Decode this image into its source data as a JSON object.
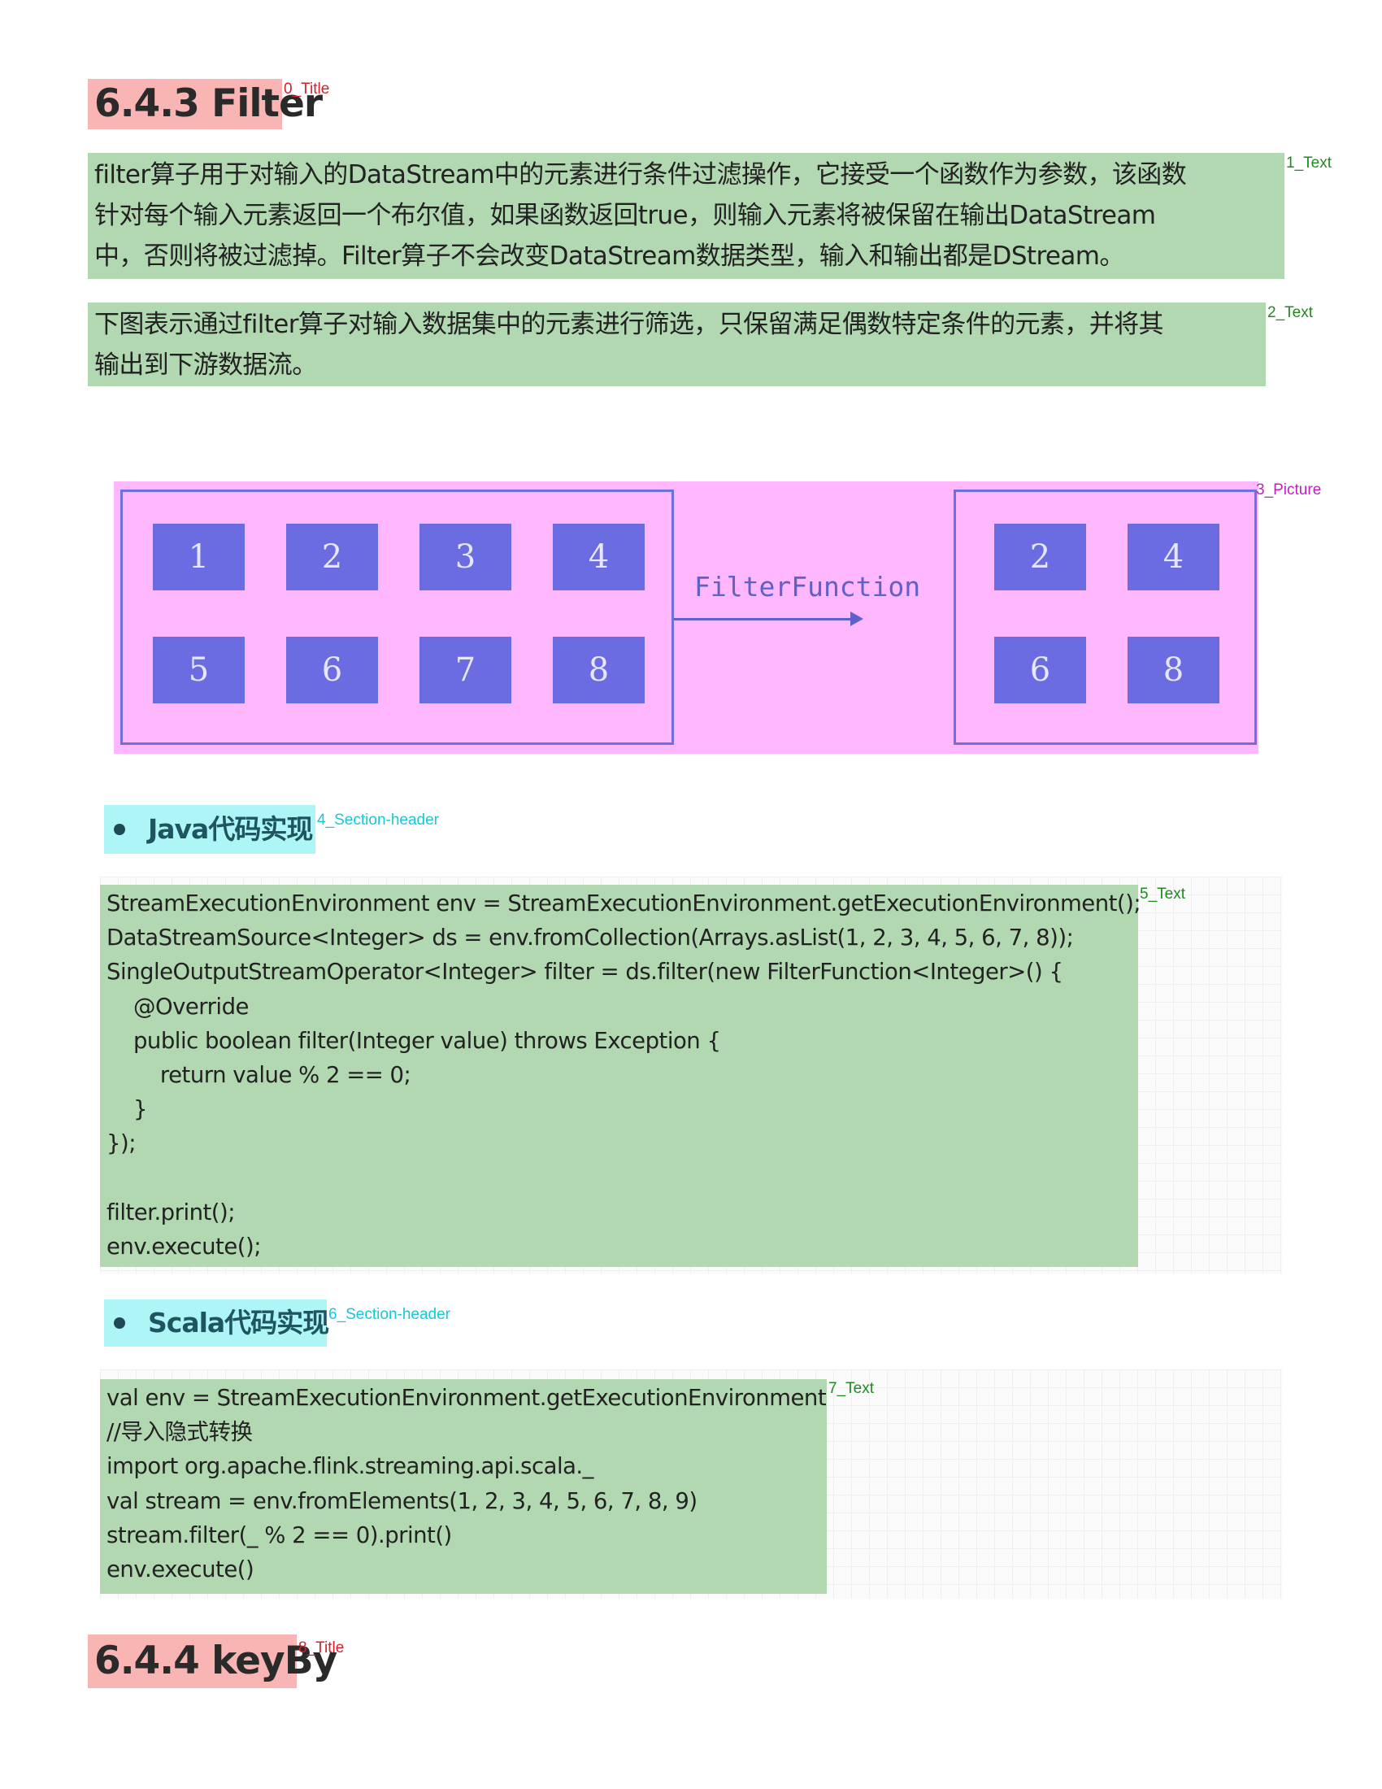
{
  "title_1": {
    "text": "6.4.3 Filter",
    "tag": "0_Title"
  },
  "text_1": {
    "tag": "1_Text",
    "lines": [
      "filter算子用于对输入的DataStream中的元素进行条件过滤操作，它接受一个函数作为参数，该函数",
      "针对每个输入元素返回一个布尔值，如果函数返回true，则输入元素将被保留在输出DataStream",
      "中，否则将被过滤掉。Filter算子不会改变DataStream数据类型，输入和输出都是DStream。"
    ]
  },
  "text_2": {
    "tag": "2_Text",
    "lines": [
      "下图表示通过filter算子对输入数据集中的元素进行筛选，只保留满足偶数特定条件的元素，并将其",
      "输出到下游数据流。"
    ]
  },
  "picture": {
    "tag": "3_Picture",
    "input_values": [
      "1",
      "2",
      "3",
      "4",
      "5",
      "6",
      "7",
      "8"
    ],
    "function_label": "FilterFunction",
    "output_values": [
      "2",
      "4",
      "6",
      "8"
    ]
  },
  "section_java": {
    "text": "Java代码实现",
    "tag": "4_Section-header"
  },
  "code_java": {
    "tag": "5_Text",
    "lines": [
      "StreamExecutionEnvironment env = StreamExecutionEnvironment.getExecutionEnvironment();",
      "DataStreamSource<Integer> ds = env.fromCollection(Arrays.asList(1, 2, 3, 4, 5, 6, 7, 8));",
      "SingleOutputStreamOperator<Integer> filter = ds.filter(new FilterFunction<Integer>() {",
      "    @Override",
      "    public boolean filter(Integer value) throws Exception {",
      "        return value % 2 == 0;",
      "    }",
      "});",
      "",
      "filter.print();",
      "env.execute();"
    ]
  },
  "section_scala": {
    "text": "Scala代码实现",
    "tag": "6_Section-header"
  },
  "code_scala": {
    "tag": "7_Text",
    "lines": [
      "val env = StreamExecutionEnvironment.getExecutionEnvironment",
      "//导入隐式转换",
      "import org.apache.flink.streaming.api.scala._",
      "val stream = env.fromElements(1, 2, 3, 4, 5, 6, 7, 8, 9)",
      "stream.filter(_ % 2 == 0).print()",
      "env.execute()"
    ]
  },
  "title_2": {
    "text": "6.4.4 keyBy",
    "tag": "8_Title"
  }
}
